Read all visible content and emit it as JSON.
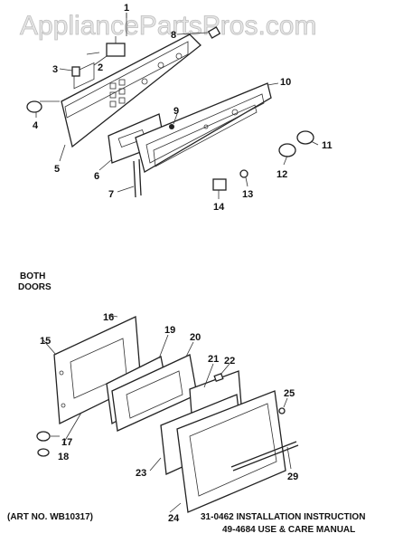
{
  "watermark": "AppliancePartsPros.com",
  "section_label_line1": "BOTH",
  "section_label_line2": "DOORS",
  "art_number": "(ART NO. WB10317)",
  "footer_line1": "31-0462 INSTALLATION INSTRUCTION",
  "footer_line2": "49-4684 USE & CARE MANUAL",
  "callouts": [
    "1",
    "2",
    "3",
    "4",
    "5",
    "6",
    "7",
    "8",
    "9",
    "10",
    "11",
    "12",
    "13",
    "14",
    "15",
    "16",
    "17",
    "18",
    "19",
    "20",
    "21",
    "22",
    "23",
    "24",
    "25",
    "29"
  ]
}
